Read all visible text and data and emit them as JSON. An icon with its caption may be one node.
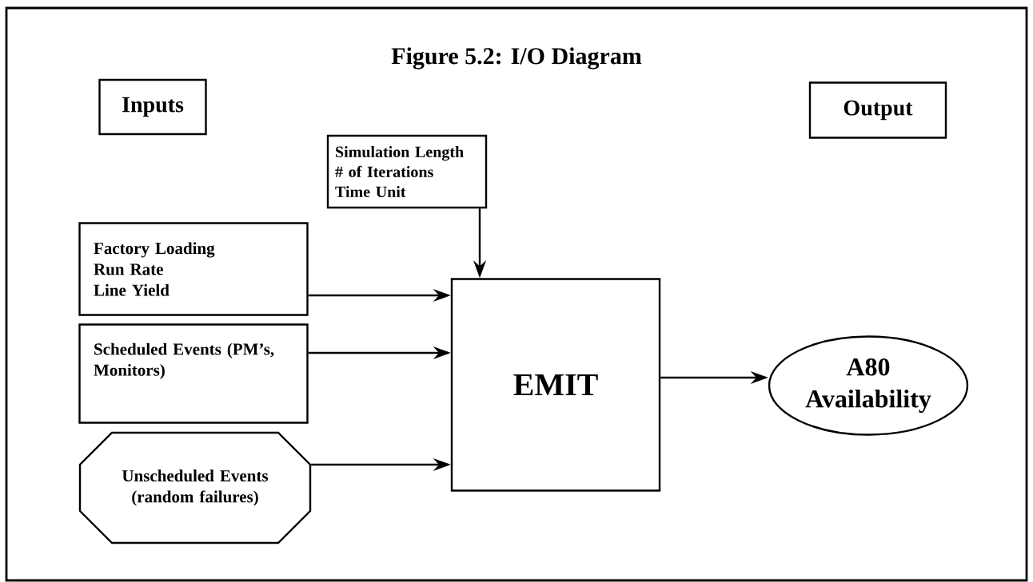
{
  "diagram": {
    "title": "Figure 5.2: I/O Diagram",
    "nodes": [
      {
        "text": [
          "Inputs"
        ]
      },
      {
        "text": [
          "Output"
        ]
      },
      {
        "text": [
          "Simulation Length",
          "# of Iterations",
          "Time Unit"
        ]
      },
      {
        "text": [
          "Factory Loading",
          "Run Rate",
          "Line Yield"
        ]
      },
      {
        "text": [
          "Scheduled Events (PM’s, Monitors)"
        ]
      },
      {
        "text": [
          "Unscheduled Events (random failures)"
        ]
      },
      {
        "text": [
          "EMIT"
        ]
      },
      {
        "text": [
          "A80 Availability"
        ]
      }
    ],
    "edges": [
      {
        "from": 2,
        "to": 6,
        "arrow": "to"
      },
      {
        "from": 3,
        "to": 6,
        "arrow": "to"
      },
      {
        "from": 4,
        "to": 6,
        "arrow": "to"
      },
      {
        "from": 5,
        "to": 6,
        "arrow": "to"
      },
      {
        "from": 6,
        "to": 7,
        "arrow": "to"
      }
    ]
  }
}
